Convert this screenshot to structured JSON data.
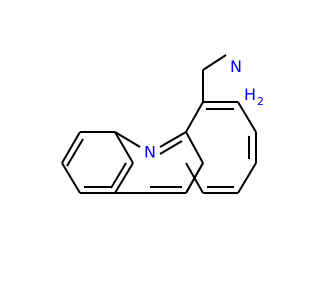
{
  "molecule": {
    "atom_labels": {
      "ring_nitrogen": "N",
      "amine_n": "N",
      "amine_h2": "H",
      "amine_h2_subscript": "2"
    },
    "colors": {
      "bond": "#000000",
      "nitrogen": "#0000ff",
      "background": "#ffffff"
    }
  }
}
